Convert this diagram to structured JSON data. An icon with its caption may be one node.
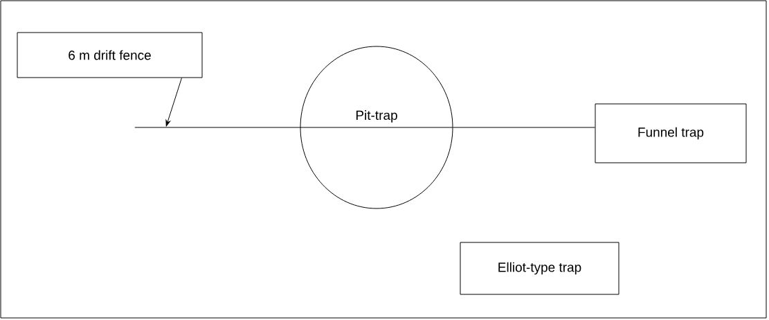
{
  "diagram": {
    "nodes": [
      {
        "text": [
          "6 m drift fence"
        ]
      },
      {
        "text": [],
        "shape": "line"
      },
      {
        "text": [
          "Pit-trap"
        ]
      },
      {
        "text": [
          "Funnel trap"
        ]
      },
      {
        "text": [
          "Elliot-type trap"
        ]
      }
    ],
    "edges": [
      {
        "from": 0,
        "to": 1,
        "arrow": "to"
      },
      {
        "from": 2,
        "to": 3,
        "arrow": "none"
      }
    ]
  }
}
